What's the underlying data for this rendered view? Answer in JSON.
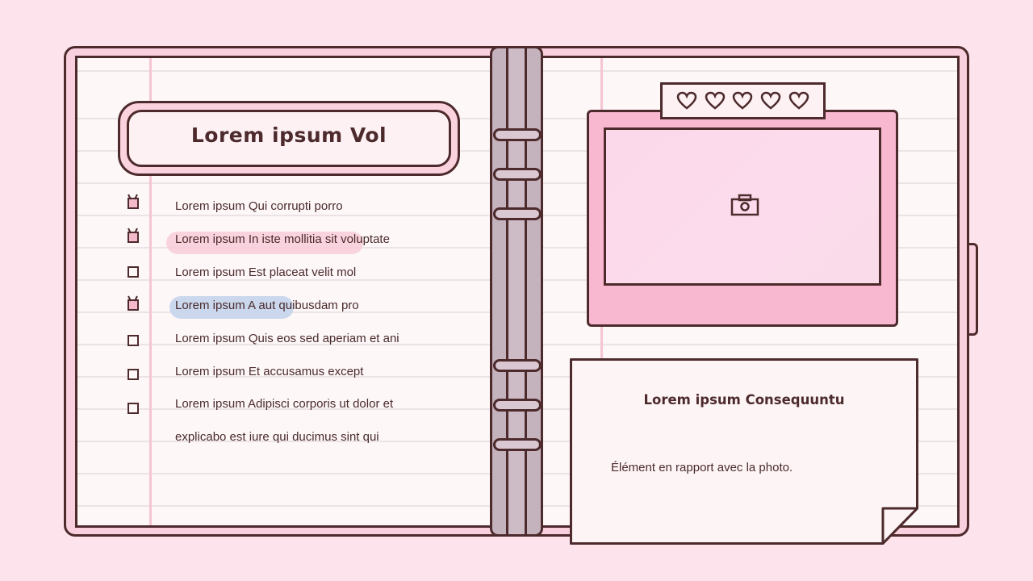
{
  "notebook": {
    "title": "Lorem ipsum Vol",
    "checklist": [
      {
        "text": "Lorem ipsum Qui corrupti porro",
        "checked": true,
        "highlight": "none"
      },
      {
        "text": "Lorem ipsum In iste mollitia sit voluptate",
        "checked": true,
        "highlight": "pink"
      },
      {
        "text": "Lorem ipsum Est placeat velit mol",
        "checked": false,
        "highlight": "none"
      },
      {
        "text": "Lorem ipsum A aut quibusdam pro",
        "checked": true,
        "highlight": "blue"
      },
      {
        "text": "Lorem ipsum Quis eos sed aperiam et ani",
        "checked": false,
        "highlight": "none"
      },
      {
        "text": "Lorem ipsum Et accusamus except",
        "checked": false,
        "highlight": "none"
      },
      {
        "text": "Lorem ipsum Adipisci corporis ut dolor et",
        "checked": false,
        "highlight": "none"
      }
    ],
    "checklist_continuation": "explicabo est iure qui ducimus sint qui"
  },
  "photo": {
    "icon": "camera-icon",
    "hearts_icon": "heart-icon",
    "hearts_count": 5
  },
  "note": {
    "title": "Lorem ipsum Consequuntu",
    "body": "Élément en rapport avec la photo."
  },
  "colors": {
    "background": "#fde3ec",
    "outline": "#4d2a2c",
    "cover_pink": "#f9d1de",
    "paper": "#fdf7f8",
    "photo_frame": "#f8b8d0",
    "highlight_pink": "#f8cdd8",
    "highlight_blue": "#cad7ec",
    "spine": "#c4b2bd"
  }
}
